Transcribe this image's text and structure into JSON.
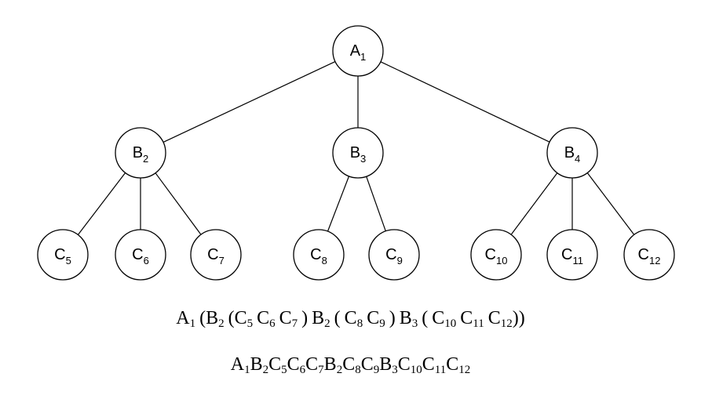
{
  "tree": {
    "nodes": [
      {
        "id": "A1",
        "letter": "A",
        "sub": "1"
      },
      {
        "id": "B2",
        "letter": "B",
        "sub": "2"
      },
      {
        "id": "B3",
        "letter": "B",
        "sub": "3"
      },
      {
        "id": "B4",
        "letter": "B",
        "sub": "4"
      },
      {
        "id": "C5",
        "letter": "C",
        "sub": "5"
      },
      {
        "id": "C6",
        "letter": "C",
        "sub": "6"
      },
      {
        "id": "C7",
        "letter": "C",
        "sub": "7"
      },
      {
        "id": "C8",
        "letter": "C",
        "sub": "8"
      },
      {
        "id": "C9",
        "letter": "C",
        "sub": "9"
      },
      {
        "id": "C10",
        "letter": "C",
        "sub": "10"
      },
      {
        "id": "C11",
        "letter": "C",
        "sub": "11"
      },
      {
        "id": "C12",
        "letter": "C",
        "sub": "12"
      }
    ],
    "edges": [
      [
        "A1",
        "B2"
      ],
      [
        "A1",
        "B3"
      ],
      [
        "A1",
        "B4"
      ],
      [
        "B2",
        "C5"
      ],
      [
        "B2",
        "C6"
      ],
      [
        "B2",
        "C7"
      ],
      [
        "B3",
        "C8"
      ],
      [
        "B3",
        "C9"
      ],
      [
        "B4",
        "C10"
      ],
      [
        "B4",
        "C11"
      ],
      [
        "B4",
        "C12"
      ]
    ]
  },
  "captions": {
    "nested": [
      {
        "t": "A",
        "s": "1"
      },
      {
        "gap": true
      },
      {
        "t": "(B",
        "s": "2"
      },
      {
        "gap": true
      },
      {
        "t": "(C",
        "s": "5"
      },
      {
        "gap": true
      },
      {
        "t": "C",
        "s": "6"
      },
      {
        "gap": true
      },
      {
        "t": "C",
        "s": "7"
      },
      {
        "gap": true
      },
      {
        "t": ")"
      },
      {
        "gap": true
      },
      {
        "t": "B",
        "s": "2"
      },
      {
        "gap": true
      },
      {
        "t": "("
      },
      {
        "gap": true
      },
      {
        "t": "C",
        "s": "8"
      },
      {
        "gap": true
      },
      {
        "t": "C",
        "s": "9"
      },
      {
        "gap": true
      },
      {
        "t": ")"
      },
      {
        "gap": true
      },
      {
        "t": "B",
        "s": "3"
      },
      {
        "gap": true
      },
      {
        "t": "("
      },
      {
        "gap": true
      },
      {
        "t": "C",
        "s": "10"
      },
      {
        "gap": true
      },
      {
        "t": "C",
        "s": "11"
      },
      {
        "gap": true
      },
      {
        "t": "C",
        "s": "12"
      },
      {
        "t": "))"
      }
    ],
    "flat": [
      {
        "t": "A",
        "s": "1"
      },
      {
        "t": "B",
        "s": "2"
      },
      {
        "t": "C",
        "s": "5"
      },
      {
        "t": "C",
        "s": "6"
      },
      {
        "t": "C",
        "s": "7"
      },
      {
        "t": "B",
        "s": "2"
      },
      {
        "t": "C",
        "s": "8"
      },
      {
        "t": "C",
        "s": "9"
      },
      {
        "t": "B",
        "s": "3"
      },
      {
        "t": "C",
        "s": "10"
      },
      {
        "t": "C",
        "s": "11"
      },
      {
        "t": "C",
        "s": "12"
      }
    ]
  }
}
